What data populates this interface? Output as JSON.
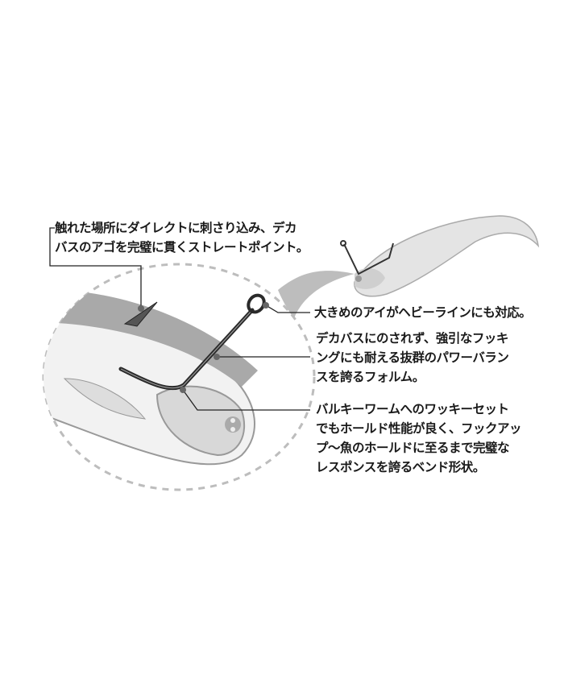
{
  "annotations": {
    "point": [
      "触れた場所にダイレクトに刺さり込み、デカ",
      "バスのアゴを完璧に貫くストレートポイント。"
    ],
    "eye": [
      "大きめのアイがヘビーラインにも対応。"
    ],
    "shank": [
      "デカバスにのされず、強引なフッキ",
      "ングにも耐える抜群のパワーバラン",
      "スを誇るフォルム。"
    ],
    "bend": [
      "バルキーワームへのワッキーセット",
      "でもホールド性能が良く、フックアッ",
      "プ〜魚のホールドに至るまで完璧な",
      "レスポンスを誇るベンド形状。"
    ]
  },
  "colors": {
    "text": "#1a1a1a",
    "worm": "#b5b5b5",
    "dash": "#bdbdbd",
    "hook": "#2a2a2a"
  }
}
